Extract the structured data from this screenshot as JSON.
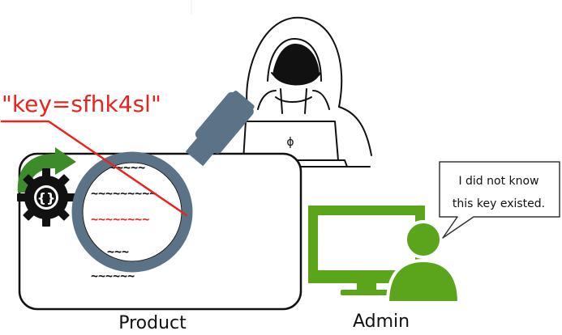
{
  "leaked_secret": "\"key=sfhk4sl\"",
  "product": {
    "label": "Product",
    "code_lines": [
      "~~~~~",
      "~~~~~~~~~",
      "~~~~~~~~",
      "~~~",
      "~~~~~~"
    ],
    "gear_symbol": "{}"
  },
  "laptop": {
    "logo": "ɸ"
  },
  "admin": {
    "label": "Admin",
    "speech_line_1": "I did not know",
    "speech_line_2": "this key existed."
  },
  "colors": {
    "secret_red": "#e8241c",
    "monitor_green": "#5aa51c",
    "magnifier_gray": "#5b7287",
    "gear_black": "#111111",
    "arrow_green": "#3e8b2b"
  },
  "icons": [
    "hooded-hacker-icon",
    "laptop-icon",
    "magnifier-icon",
    "gear-icon",
    "curved-arrow-icon",
    "monitor-icon",
    "admin-user-icon",
    "speech-bubble-icon"
  ]
}
